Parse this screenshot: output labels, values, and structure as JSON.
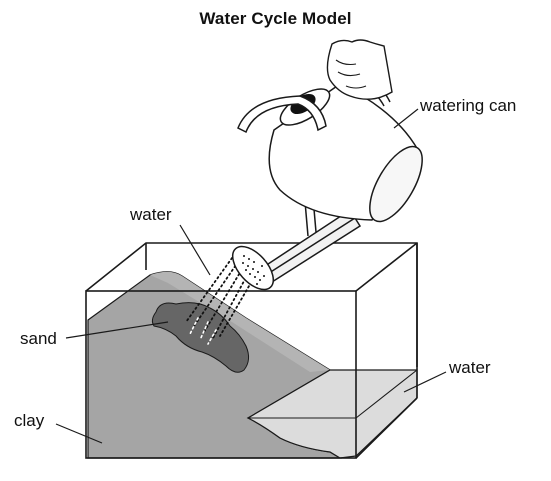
{
  "title": "Water Cycle Model",
  "labels": {
    "watering_can": "watering can",
    "water_spray": "water",
    "sand": "sand",
    "water_pool": "water",
    "clay": "clay"
  },
  "colors": {
    "clay": "#a5a5a5",
    "sand": "#666666",
    "water": "#dcdcdc",
    "outline": "#1a1a1a"
  }
}
